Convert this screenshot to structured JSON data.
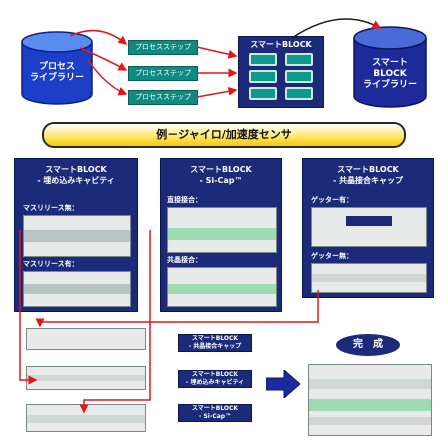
{
  "process_library": {
    "line1": "プロセス",
    "line2": "ライブラリー"
  },
  "steps": [
    "プロセスステップ",
    "プロセスステップ",
    "プロセスステップ"
  ],
  "smart_block_box": {
    "title": "スマートBLOCK"
  },
  "smart_block_library": {
    "line1": "スマート",
    "line2": "BLOCK",
    "line3": "ライブラリー"
  },
  "example_banner": "例－ジャイロ/加速度センサ",
  "panels": [
    {
      "title1": "スマートBLOCK",
      "title2": "- 埋め込みキャビティ",
      "sub1": "マスリリース無：",
      "sub2": "マスリリース有："
    },
    {
      "title1": "スマートBLOCK",
      "title2": "- Si-Cap™",
      "sub1": "直接接合：",
      "sub2": "共晶接合："
    },
    {
      "title1": "スマートBLOCK",
      "title2": "- 共晶接合キャップ",
      "sub1": "ゲッター有：",
      "sub2": "ゲッター無："
    }
  ],
  "chip_labels": [
    {
      "line1": "スマートBLOCK",
      "line2": "- 共晶接合キャップ"
    },
    {
      "line1": "スマートBLOCK",
      "line2": "- 埋め込みキャビティ"
    },
    {
      "line1": "スマートBLOCK",
      "line2": "- Si-Cap™"
    }
  ],
  "done_label": "完　成",
  "colors": {
    "navy": "#1c2a7a",
    "teal": "#0f8a80",
    "red": "#e01818",
    "yellow": "#ffe770"
  }
}
